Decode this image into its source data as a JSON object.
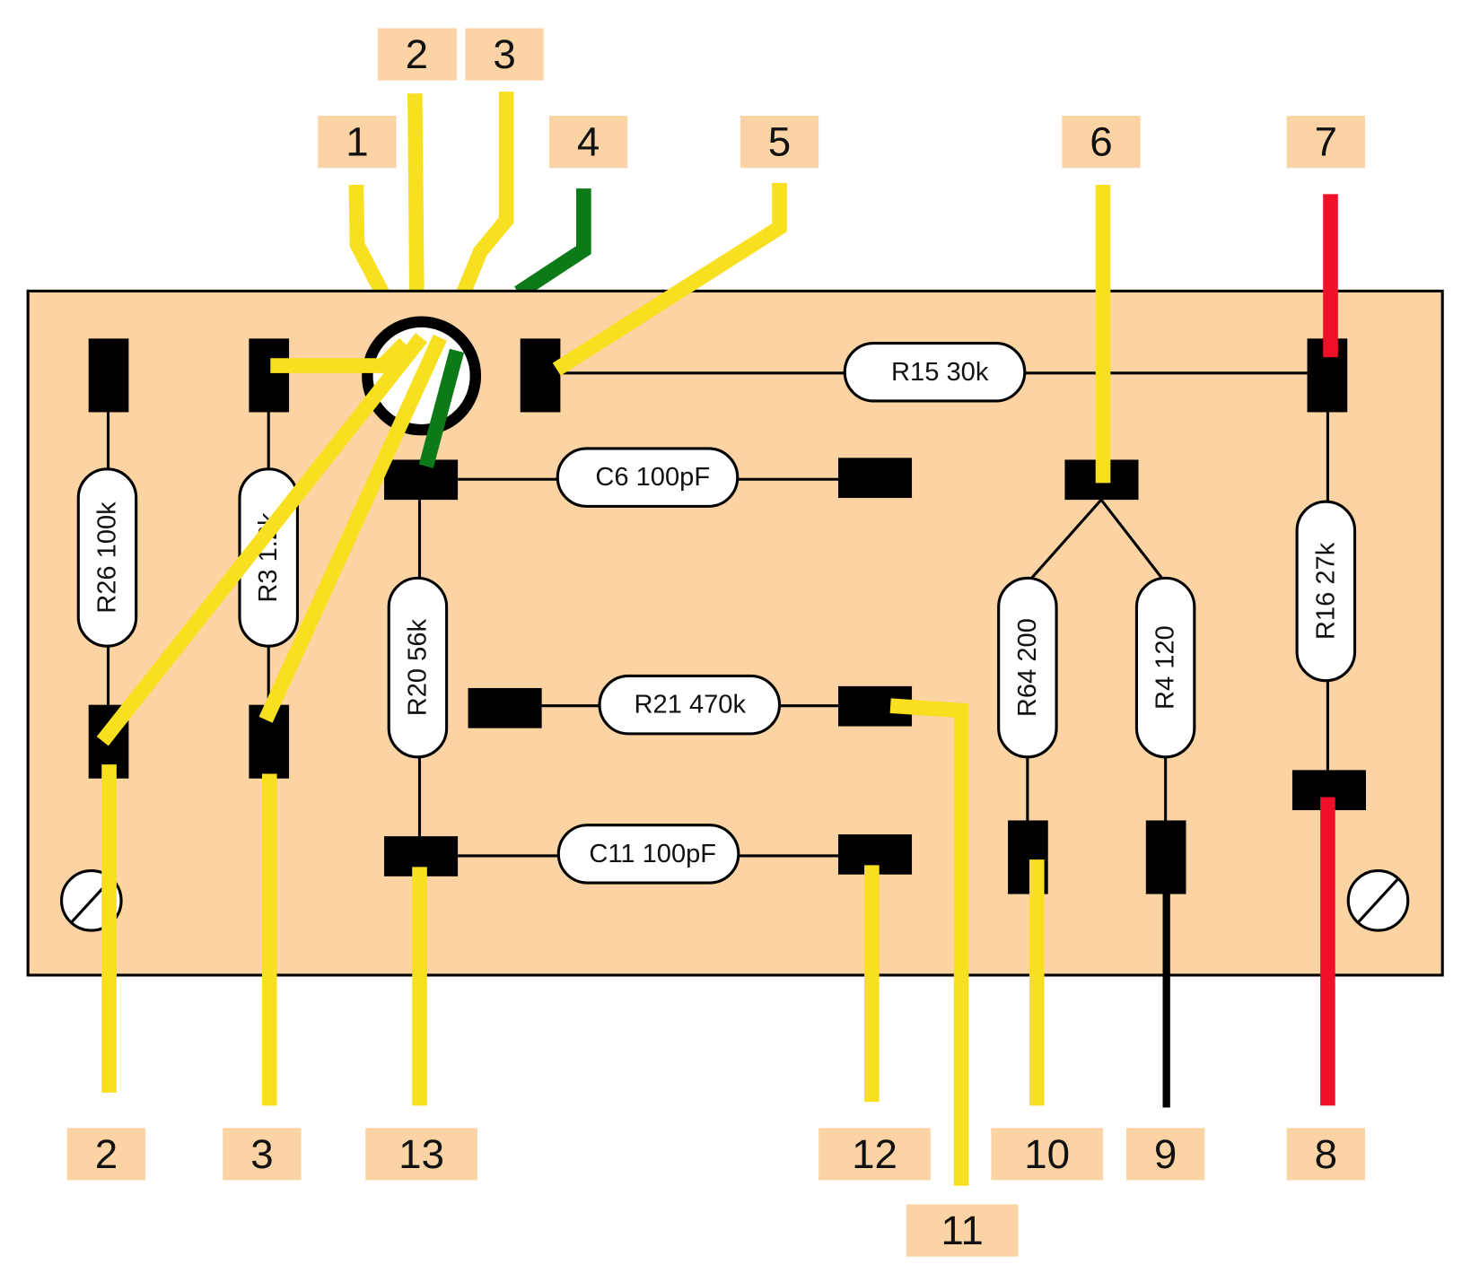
{
  "colors": {
    "board": "#fcd3a3",
    "label_box": "#fcd3a4",
    "wire_yellow": "#f8df1f",
    "wire_green": "#0b7a17",
    "wire_red": "#f0102a",
    "wire_black": "#000000"
  },
  "terminal_labels": {
    "top": [
      "1",
      "2",
      "3",
      "4",
      "5",
      "6",
      "7"
    ],
    "bottom": [
      "2",
      "3",
      "13",
      "12",
      "11",
      "10",
      "9",
      "8"
    ]
  },
  "components": {
    "r26": "R26 100k",
    "r3": "R3 1.2k",
    "r20": "R20 56k",
    "r15": "R15 30k",
    "c6": "C6 100pF",
    "r21": "R21 470k",
    "c11": "C11 100pF",
    "r64": "R64 200",
    "r4": "R4 120",
    "r16": "R16 27k"
  },
  "icons": {
    "connector": "circular-connector-icon",
    "screw": "screw-icon"
  }
}
